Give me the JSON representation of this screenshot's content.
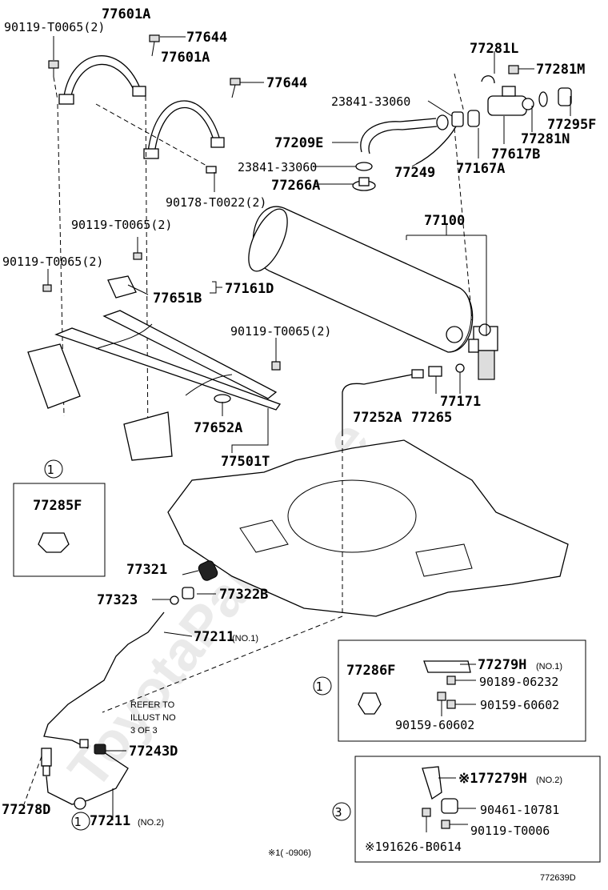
{
  "labels": {
    "p77601A_a": "77601A",
    "p77601A_b": "77601A",
    "p90119_a": "90119-T0065(2)",
    "p77644_a": "77644",
    "p77644_b": "77644",
    "p90178": "90178-T0022(2)",
    "p77281L": "77281L",
    "p77281M": "77281M",
    "p23841_a": "23841-33060",
    "p77295F": "77295F",
    "p77209E": "77209E",
    "p77281N": "77281N",
    "p77617B": "77617B",
    "p23841_b": "23841-33060",
    "p77249": "77249",
    "p77167A": "77167A",
    "p77266A": "77266A",
    "p77100": "77100",
    "p90119_b": "90119-T0065(2)",
    "p90119_c": "90119-T0065(2)",
    "p77161D": "77161D",
    "p77651B": "77651B",
    "p90119_d": "90119-T0065(2)",
    "p77652A": "77652A",
    "p77501T": "77501T",
    "p77252A": "77252A",
    "p77265": "77265",
    "p77171": "77171",
    "p77285F": "77285F",
    "p77321": "77321",
    "p77323": "77323",
    "p77322B": "77322B",
    "p77211_no1": "77211",
    "p77211_no1_sfx": "(NO.1)",
    "refer_note_1": "REFER TO",
    "refer_note_2": "ILLUST NO",
    "refer_note_3": "3 OF 3",
    "p77243D": "77243D",
    "p77278D": "77278D",
    "p77211_no2": "77211",
    "p77211_no2_sfx": "(NO.2)",
    "p77286F": "77286F",
    "p77279H_no1": "77279H",
    "p77279H_no1_sfx": "(NO.1)",
    "p90189": "90189-06232",
    "p90159_a": "90159-60602",
    "p90159_b": "90159-60602",
    "p77279H_no2": "※177279H",
    "p77279H_no2_sfx": "(NO.2)",
    "p90461": "90461-10781",
    "p90119_e": "90119-T0006",
    "p91626": "※191626-B0614",
    "footnote": "※1(   -0906)",
    "diagram_id": "772639D",
    "callout_1a": "1",
    "callout_1b": "1",
    "callout_1c": "1",
    "callout_3": "3",
    "watermark": "ToyotaPartsMine"
  }
}
